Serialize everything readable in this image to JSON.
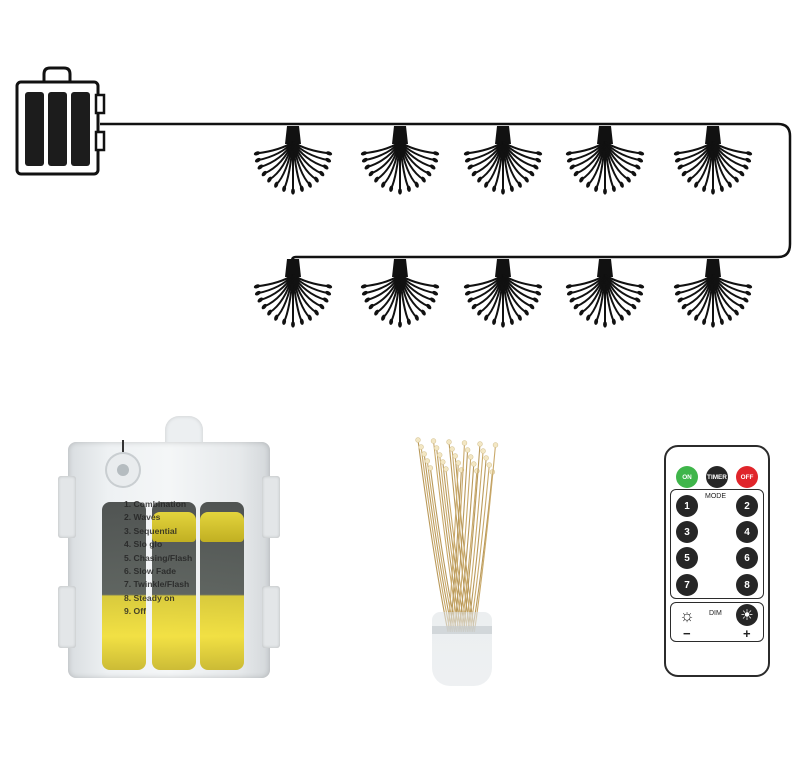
{
  "diagram": {
    "bulb_count_top": 5,
    "bulb_count_bottom": 5,
    "line_color": "#111111"
  },
  "battery_box": {
    "modes": [
      "1. Combination",
      "2. Waves",
      "3. Sequential",
      "4. Slo glo",
      "5. Chasing/Flash",
      "6. Slow Fade",
      "7. Twinkle/Flash",
      "8. Steady on",
      "9. Off"
    ],
    "cell_color": "#f2de2c"
  },
  "remote": {
    "on_label": "ON",
    "timer_label": "TIMER",
    "off_label": "OFF",
    "mode_label": "MODE",
    "mode_buttons": [
      "1",
      "2",
      "3",
      "4",
      "5",
      "6",
      "7",
      "8"
    ],
    "dim_label": "DIM",
    "minus_label": "−",
    "plus_label": "+",
    "on_color": "#3fb54a",
    "off_color": "#e0252b",
    "button_color": "#262626"
  }
}
